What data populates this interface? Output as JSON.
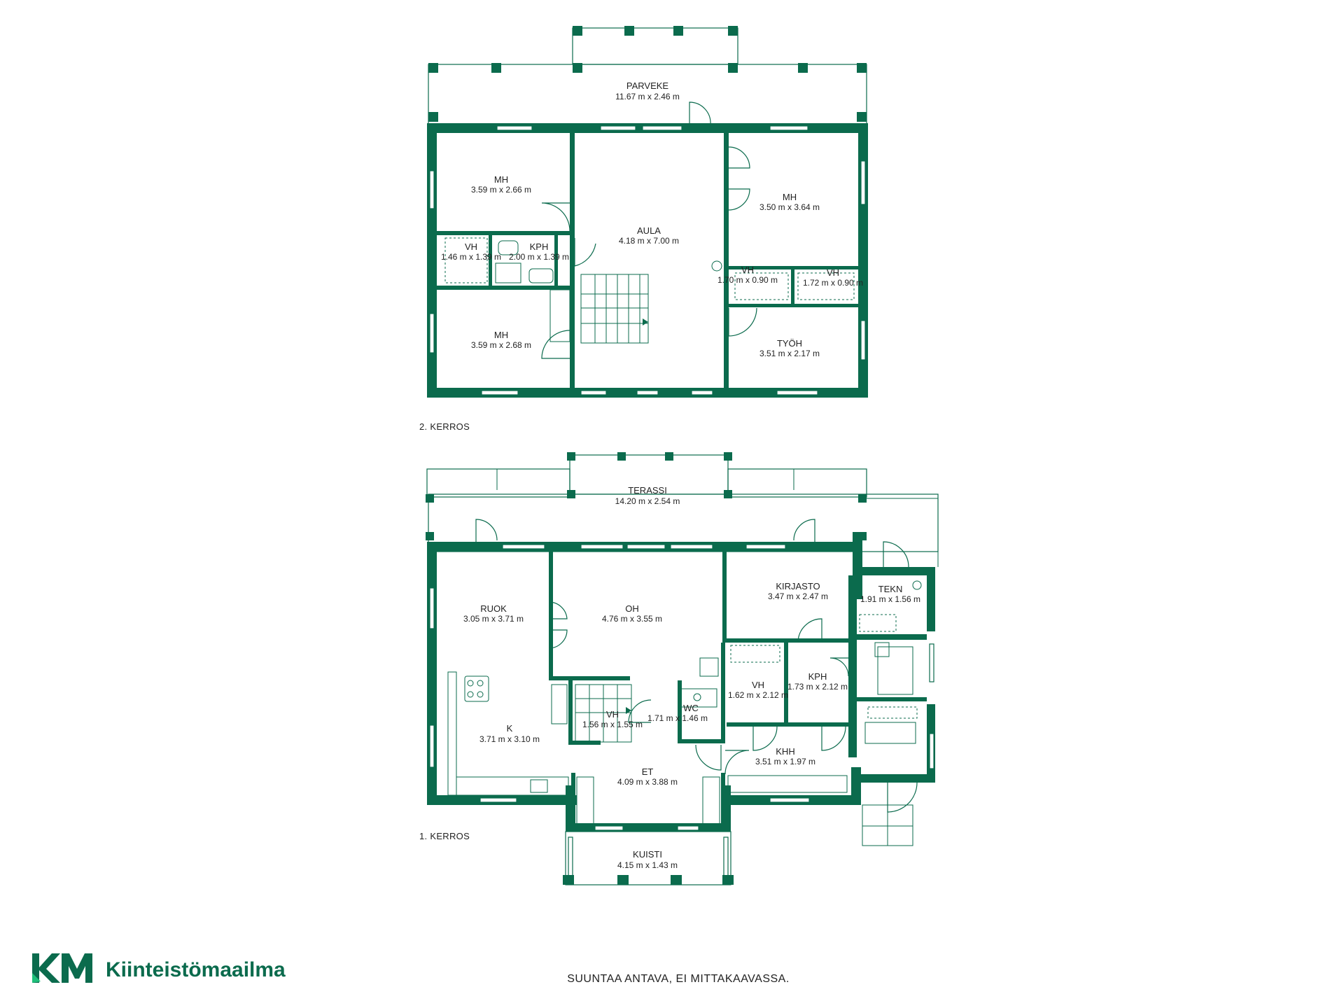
{
  "floors": [
    {
      "label": "2. KERROS",
      "rooms": [
        {
          "id": "parveke",
          "name": "PARVEKE",
          "size": "11.67 m x 2.46 m"
        },
        {
          "id": "mh-nw",
          "name": "MH",
          "size": "3.59 m x 2.66 m"
        },
        {
          "id": "aula",
          "name": "AULA",
          "size": "4.18 m x 7.00 m"
        },
        {
          "id": "mh-ne",
          "name": "MH",
          "size": "3.50 m x 3.64 m"
        },
        {
          "id": "vh-w",
          "name": "VH",
          "size": "1.46 m x 1.39 m"
        },
        {
          "id": "kph-up",
          "name": "KPH",
          "size": "2.00 m x 1.39 m"
        },
        {
          "id": "vh-e1",
          "name": "VH",
          "size": "1.70 m x 0.90 m"
        },
        {
          "id": "vh-e2",
          "name": "VH",
          "size": "1.72 m x 0.90 m"
        },
        {
          "id": "mh-sw",
          "name": "MH",
          "size": "3.59 m x 2.68 m"
        },
        {
          "id": "tyoh",
          "name": "TYÖH",
          "size": "3.51 m x 2.17 m"
        }
      ]
    },
    {
      "label": "1. KERROS",
      "rooms": [
        {
          "id": "terassi",
          "name": "TERASSI",
          "size": "14.20 m x 2.54 m"
        },
        {
          "id": "ruok",
          "name": "RUOK",
          "size": "3.05 m x 3.71 m"
        },
        {
          "id": "oh",
          "name": "OH",
          "size": "4.76 m x 3.55 m"
        },
        {
          "id": "kirjasto",
          "name": "KIRJASTO",
          "size": "3.47 m x 2.47 m"
        },
        {
          "id": "tekn",
          "name": "TEKN",
          "size": "1.91 m x 1.56 m"
        },
        {
          "id": "k",
          "name": "K",
          "size": "3.71 m x 3.10 m"
        },
        {
          "id": "vh-stair",
          "name": "VH",
          "size": "1.56 m x 1.55 m"
        },
        {
          "id": "wc",
          "name": "WC",
          "size": "1.71 m x 1.46 m"
        },
        {
          "id": "vh-mid",
          "name": "VH",
          "size": "1.62 m x 2.12 m"
        },
        {
          "id": "kph-down",
          "name": "KPH",
          "size": "1.73 m x 2.12 m"
        },
        {
          "id": "et",
          "name": "ET",
          "size": "4.09 m x 3.88 m"
        },
        {
          "id": "khh",
          "name": "KHH",
          "size": "3.51 m x 1.97 m"
        },
        {
          "id": "kuisti",
          "name": "KUISTI",
          "size": "4.15 m x 1.43 m"
        }
      ]
    }
  ],
  "disclaimer": "SUUNTAA ANTAVA, EI MITTAKAAVASSA.",
  "brand": {
    "mark": "KM",
    "name": "Kiinteistömaailma",
    "color": "#0b6b4d",
    "accent": "#1fbf7a"
  }
}
